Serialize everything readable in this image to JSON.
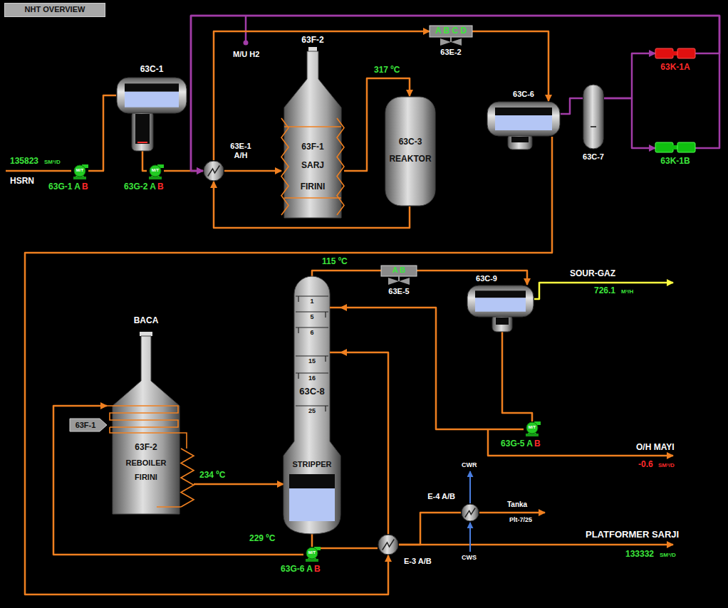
{
  "diagram": {
    "title": "NHT OVERVIEW",
    "nodes": [
      {
        "text": [
          "63C-1"
        ]
      },
      {
        "text": [
          "M/T",
          "63G-1 A",
          "B"
        ]
      },
      {
        "text": [
          "M/T",
          "63G-2 A",
          "B"
        ]
      },
      {
        "text": [
          "63E-1 A/H"
        ]
      },
      {
        "text": [
          "63F-2",
          "63F-1",
          "SARJ",
          "FIRINI"
        ]
      },
      {
        "text": [
          "63C-3",
          "REAKTOR"
        ]
      },
      {
        "text": [
          "A B C D",
          "63E-2"
        ]
      },
      {
        "text": [
          "63C-6"
        ]
      },
      {
        "text": [
          "63C-7"
        ]
      },
      {
        "text": [
          "63K-1A"
        ]
      },
      {
        "text": [
          "63K-1B"
        ]
      },
      {
        "text": [
          "BACA",
          "63F-2",
          "REBOILER",
          "FIRINI"
        ]
      },
      {
        "text": [
          "63F-1"
        ]
      },
      {
        "text": [
          "1",
          "5",
          "6",
          "15",
          "16",
          "63C-8",
          "25",
          "STRIPPER"
        ]
      },
      {
        "text": [
          "A B",
          "63E-5"
        ]
      },
      {
        "text": [
          "63C-9"
        ]
      },
      {
        "text": [
          "M/T",
          "63G-5 A",
          "B"
        ]
      },
      {
        "text": [
          "M/T",
          "63G-6 A",
          "B"
        ]
      },
      {
        "text": [
          "E-3 A/B"
        ]
      },
      {
        "text": [
          "E-4 A/B"
        ]
      }
    ],
    "edges": [
      {
        "from": 1,
        "to": 0,
        "arrow": "none"
      },
      {
        "from": 0,
        "to": 2,
        "arrow": "none"
      },
      {
        "from": 2,
        "to": 3,
        "arrow": "none"
      },
      {
        "from": 3,
        "to": 4,
        "arrow": "to"
      },
      {
        "from": 4,
        "to": 5,
        "arrow": "to"
      },
      {
        "from": 5,
        "to": 3,
        "arrow": "to"
      },
      {
        "from": 3,
        "to": 6,
        "arrow": "to"
      },
      {
        "from": 6,
        "to": 7,
        "arrow": "to"
      },
      {
        "from": 7,
        "to": 8,
        "arrow": "none"
      },
      {
        "from": 8,
        "to": 9,
        "arrow": "to"
      },
      {
        "from": 8,
        "to": 10,
        "arrow": "to"
      },
      {
        "from": 9,
        "to": 3,
        "arrow": "to"
      },
      {
        "from": 10,
        "to": 3,
        "arrow": "to"
      },
      {
        "from": 7,
        "to": 18,
        "arrow": "to"
      },
      {
        "from": 13,
        "to": 14,
        "arrow": "none"
      },
      {
        "from": 14,
        "to": 15,
        "arrow": "to"
      },
      {
        "from": 15,
        "to": 16,
        "arrow": "none"
      },
      {
        "from": 16,
        "to": 13,
        "arrow": "to"
      },
      {
        "from": 18,
        "to": 13,
        "arrow": "to"
      },
      {
        "from": 13,
        "to": 17,
        "arrow": "none"
      },
      {
        "from": 17,
        "to": 11,
        "arrow": "to"
      },
      {
        "from": 11,
        "to": 13,
        "arrow": "to"
      },
      {
        "from": 17,
        "to": 18,
        "arrow": "none"
      },
      {
        "from": 18,
        "to": 19,
        "arrow": "none"
      }
    ],
    "labels": [
      "135823",
      "SM³/D",
      "HSRN",
      "M/U H2",
      "317 ºC",
      "115 ºC",
      "SOUR-GAZ",
      "726.1",
      "M³/H",
      "O/H MAYI",
      "-0.6",
      "SM³/D",
      "CWR",
      "CWS",
      "Tanka",
      "Plt-7/25",
      "PLATFORMER SARJI",
      "133332",
      "SM³/D",
      "234 ºC",
      "229 ºC"
    ]
  }
}
